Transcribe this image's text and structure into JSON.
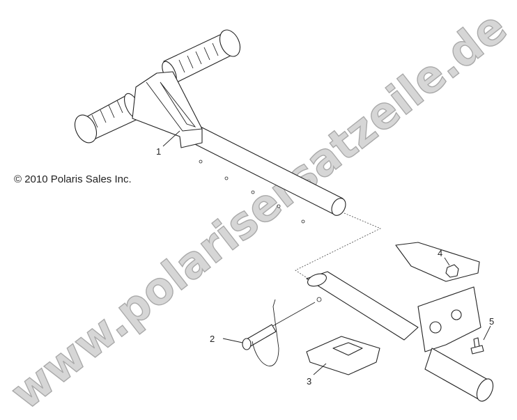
{
  "diagram": {
    "copyright": "© 2010 Polaris Sales Inc.",
    "callouts": [
      "1",
      "2",
      "3",
      "4",
      "5"
    ],
    "watermark": "www.polarisersatzeile.de"
  }
}
